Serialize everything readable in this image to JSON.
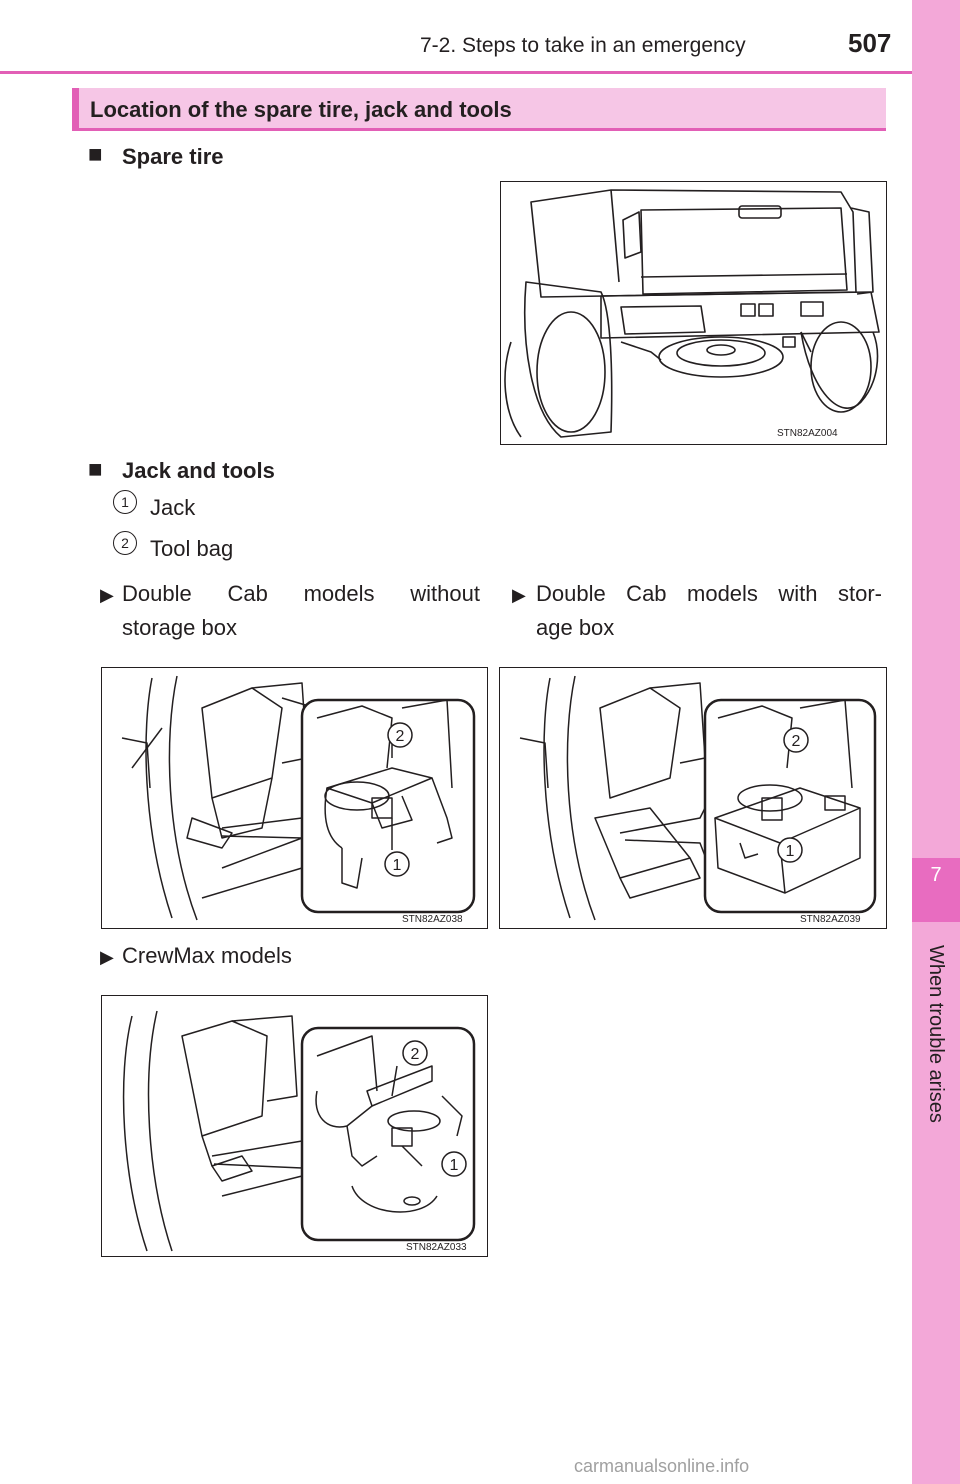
{
  "header": {
    "section_title": "7-2. Steps to take in an emergency",
    "page_number": "507"
  },
  "side_tab": {
    "chapter_number": "7",
    "chapter_title": "When trouble arises"
  },
  "section": {
    "title": "Location of the spare tire, jack and tools"
  },
  "spare_tire": {
    "bullet": "■",
    "heading": "Spare tire",
    "figure_code": "STN82AZ004"
  },
  "jack_tools": {
    "bullet": "■",
    "heading": "Jack and tools",
    "items": [
      {
        "number": "1",
        "label": "Jack"
      },
      {
        "number": "2",
        "label": "Tool bag"
      }
    ]
  },
  "models": [
    {
      "bullet": "▶",
      "line1": "Double Cab models without",
      "line2": "storage box",
      "figure_code": "STN82AZ038"
    },
    {
      "bullet": "▶",
      "line1": "Double Cab models with stor-",
      "line2": "age box",
      "figure_code": "STN82AZ039"
    },
    {
      "bullet": "▶",
      "line1": "CrewMax models",
      "line2": "",
      "figure_code": "STN82AZ033"
    }
  ],
  "callouts": {
    "one": "1",
    "two": "2"
  },
  "watermark": "carmanualsonline.info",
  "colors": {
    "accent_pink": "#e25fb6",
    "tab_pink": "#f3a8d8",
    "bar_pink": "#f6c6e6"
  }
}
